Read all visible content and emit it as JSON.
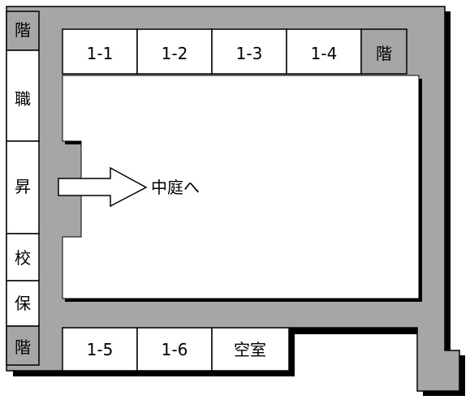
{
  "title": "",
  "colors": {
    "corridor": "#a6a6a6",
    "shadow": "#000000",
    "room_fill": "#ffffff",
    "line": "#000000"
  },
  "top_rooms": [
    "1-1",
    "1-2",
    "1-3",
    "1-4"
  ],
  "top_right_stair": "階",
  "top_left_stair": "階",
  "left_rooms": [
    "職",
    "昇",
    "校",
    "保"
  ],
  "bottom_left_stair": "階",
  "bottom_rooms": [
    "1-5",
    "1-6",
    "空室"
  ],
  "courtyard_arrow_label": "中庭へ",
  "arrow_icon": "right-arrow-icon"
}
